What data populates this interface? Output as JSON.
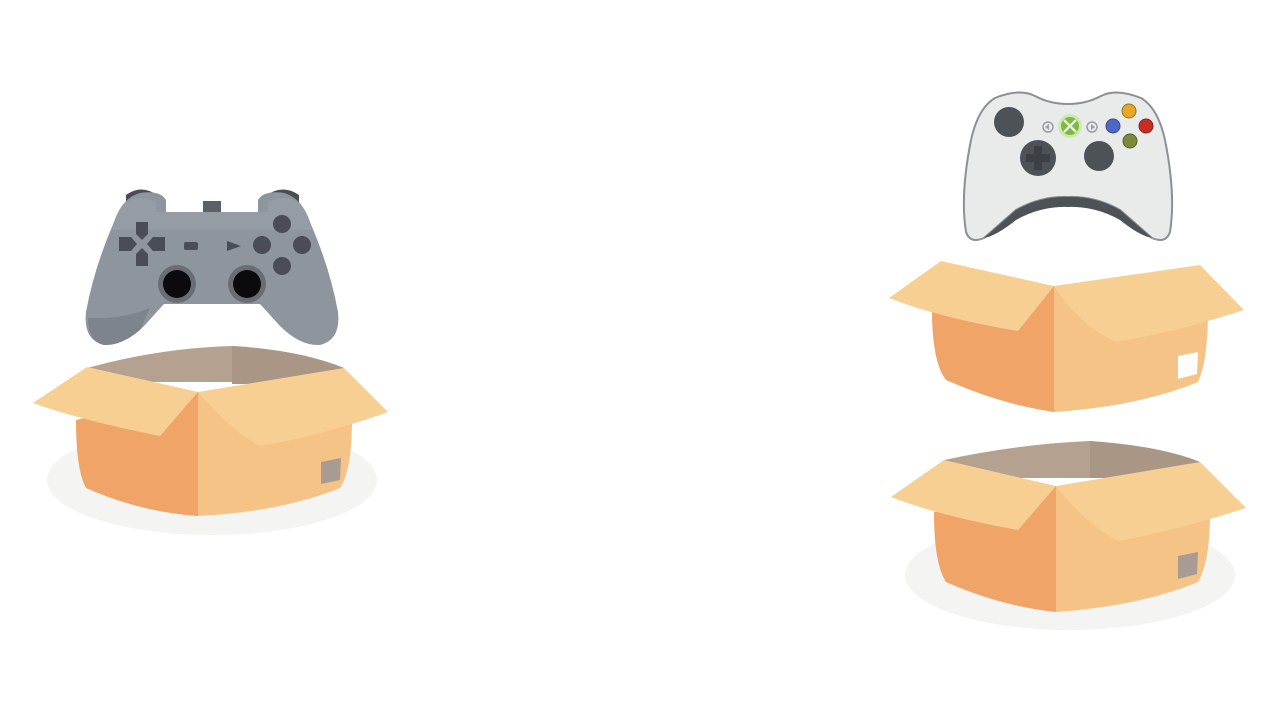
{
  "scene": {
    "background": "#ffffff",
    "items": [
      {
        "name": "ps-controller",
        "icon": "gamepad-ps-icon"
      },
      {
        "name": "open-box-left",
        "icon": "open-box-icon"
      },
      {
        "name": "xbox-controller",
        "icon": "gamepad-xbox-icon"
      },
      {
        "name": "closed-box-right",
        "icon": "closed-box-icon"
      },
      {
        "name": "open-box-right",
        "icon": "open-box-icon"
      }
    ]
  },
  "colors": {
    "box_front_left": "#f0a468",
    "box_front_right": "#f5c386",
    "box_flap": "#f8cf92",
    "box_inside": "#b4a190",
    "box_label": "#a89c92",
    "shadow": "#f4f4f2",
    "ps_body": "#8e959d",
    "ps_dark": "#4a4d55",
    "xbox_body": "#e9ebea",
    "xbox_dark": "#4d5257",
    "xbox_green": "#7dbb3c",
    "xbox_yellow": "#e7a823",
    "xbox_blue": "#4d69c8",
    "xbox_red": "#cc2c22",
    "xbox_olive": "#7d8a37"
  }
}
